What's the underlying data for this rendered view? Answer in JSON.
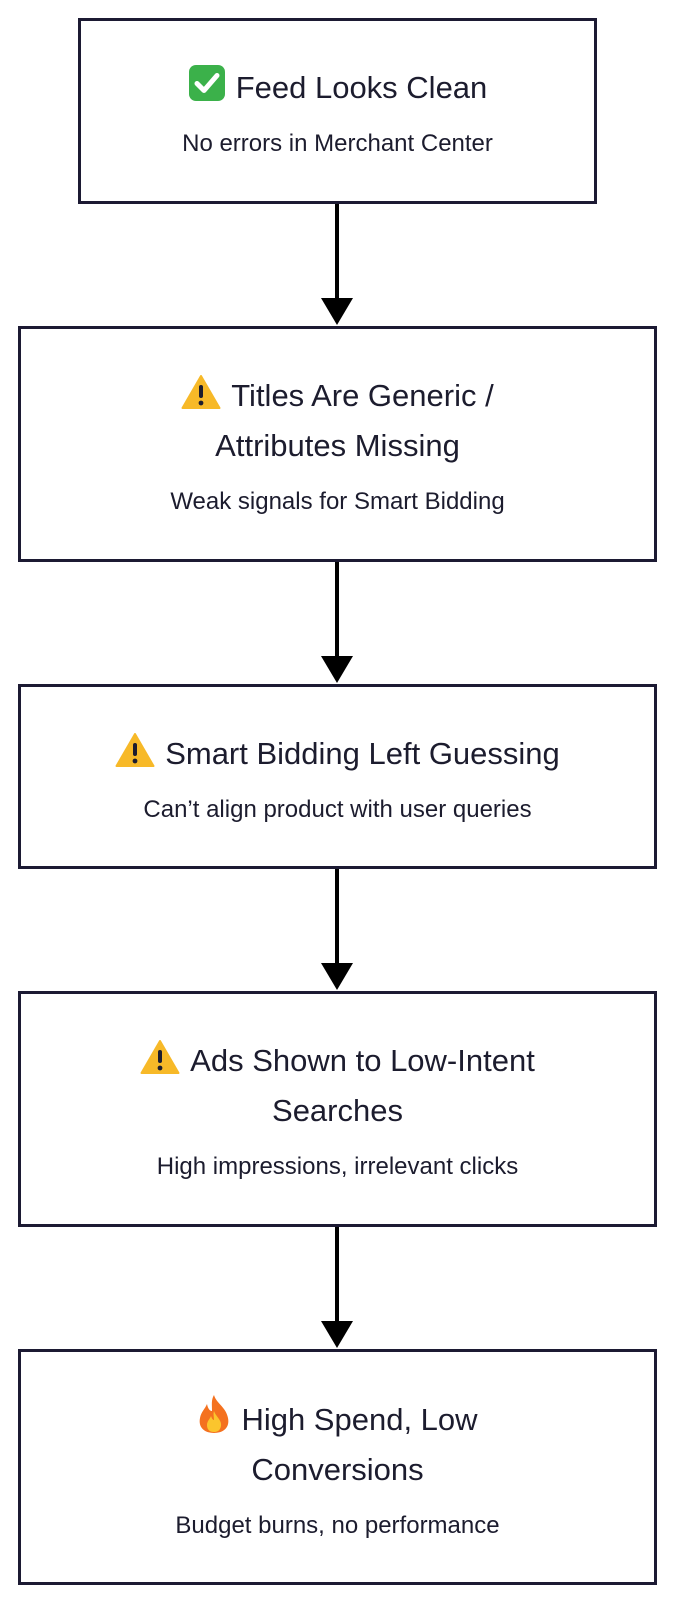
{
  "colors": {
    "box_border": "#1c1a33",
    "text": "#1c1c2e",
    "arrow": "#000000",
    "check_green": "#3bb14a",
    "warning_yellow": "#f7b928",
    "fire_orange": "#f4711f"
  },
  "nodes": [
    {
      "id": "feed-clean",
      "icon": "check-mark-icon",
      "title_lines": [
        "Feed Looks Clean"
      ],
      "subtitle": "No errors in Merchant Center"
    },
    {
      "id": "titles-generic",
      "icon": "warning-icon",
      "title_lines": [
        "Titles Are Generic /",
        "Attributes Missing"
      ],
      "subtitle": "Weak signals for Smart Bidding"
    },
    {
      "id": "bidding-guessing",
      "icon": "warning-icon",
      "title_lines": [
        "Smart Bidding Left Guessing"
      ],
      "subtitle": "Can’t align product with user queries"
    },
    {
      "id": "low-intent",
      "icon": "warning-icon",
      "title_lines": [
        "Ads Shown to Low-Intent",
        "Searches"
      ],
      "subtitle": "High impressions, irrelevant clicks"
    },
    {
      "id": "high-spend",
      "icon": "fire-icon",
      "title_lines": [
        "High Spend, Low",
        "Conversions"
      ],
      "subtitle": "Budget burns, no performance"
    }
  ],
  "edges": [
    {
      "from": "feed-clean",
      "to": "titles-generic"
    },
    {
      "from": "titles-generic",
      "to": "bidding-guessing"
    },
    {
      "from": "bidding-guessing",
      "to": "low-intent"
    },
    {
      "from": "low-intent",
      "to": "high-spend"
    }
  ]
}
